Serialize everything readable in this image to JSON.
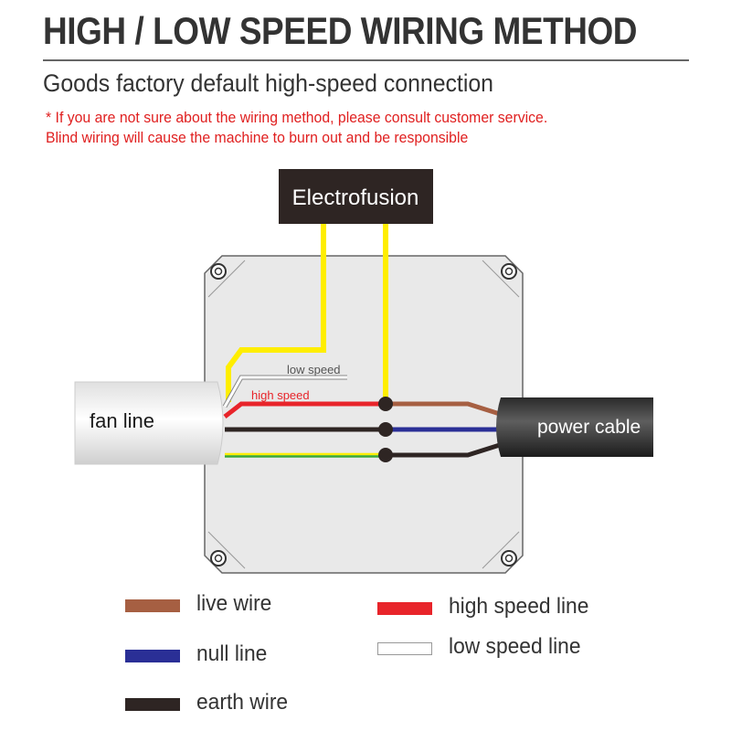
{
  "header": {
    "title": "HIGH / LOW SPEED WIRING METHOD",
    "subtitle": "Goods factory default high-speed connection",
    "warning_line1": "* If you are not sure about the wiring method, please consult customer service.",
    "warning_line2": "Blind wiring will cause the machine to burn out and be responsible"
  },
  "diagram": {
    "electrofusion_label": "Electrofusion",
    "fan_line_label": "fan line",
    "power_cable_label": "power cable",
    "low_speed_label": "low speed",
    "high_speed_label": "high speed"
  },
  "legend": {
    "live_wire": {
      "label": "live wire",
      "color": "#a65f42"
    },
    "null_line": {
      "label": "null line",
      "color": "#2a2f96"
    },
    "earth_wire": {
      "label": "earth wire",
      "color": "#2e2523"
    },
    "high_speed_line": {
      "label": "high speed line",
      "color": "#e8242a"
    },
    "low_speed_line": {
      "label": "low speed line",
      "color": "#ffffff"
    }
  },
  "colors": {
    "yellow": "#ffee00",
    "green": "#3aa935",
    "box_fill": "#e9e9e9",
    "box_stroke": "#666666",
    "label_box": "#2e2523"
  }
}
